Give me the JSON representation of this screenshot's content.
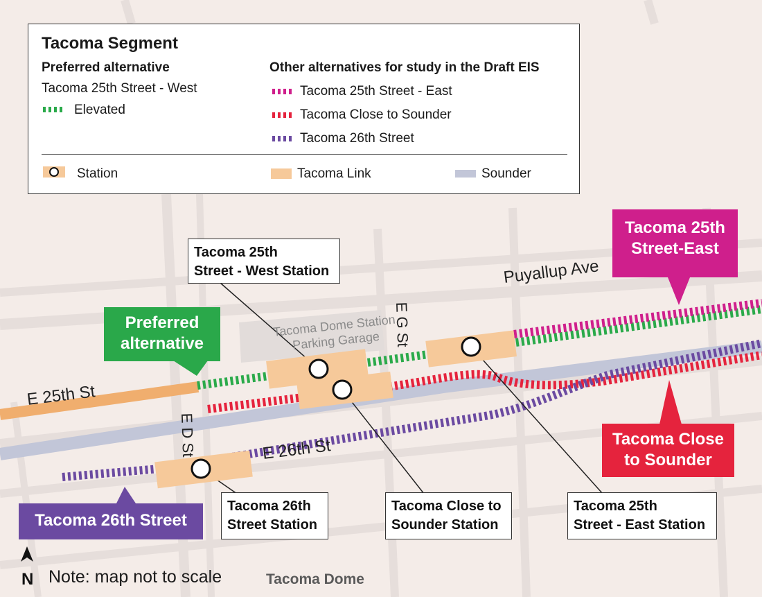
{
  "legend": {
    "title": "Tacoma Segment",
    "preferred_heading": "Preferred alternative",
    "preferred_name": "Tacoma 25th Street - West",
    "elevated_label": "Elevated",
    "other_heading": "Other alternatives for study in the Draft EIS",
    "other_items": [
      "Tacoma 25th Street - East",
      "Tacoma Close to Sounder",
      "Tacoma 26th Street"
    ],
    "station_label": "Station",
    "link_label": "Tacoma Link",
    "sounder_label": "Sounder"
  },
  "streets": {
    "puyallup": "Puyallup Ave",
    "e25": "E 25th St",
    "e26": "E 26th St",
    "eg": "E G St",
    "ed": "E D St"
  },
  "landmarks": {
    "garage_line1": "Tacoma Dome Station",
    "garage_line2": "Parking Garage",
    "dome": "Tacoma Dome"
  },
  "callouts": {
    "west_station": [
      "Tacoma 25th",
      "Street - West Station"
    ],
    "st26_station": [
      "Tacoma 26th",
      "Street Station"
    ],
    "close_station": [
      "Tacoma Close to",
      "Sounder Station"
    ],
    "east_station": [
      "Tacoma 25th",
      "Street - East Station"
    ]
  },
  "tags": {
    "preferred": [
      "Preferred",
      "alternative"
    ],
    "east": [
      "Tacoma 25th",
      "Street-East"
    ],
    "close": [
      "Tacoma Close",
      "to Sounder"
    ],
    "st26": "Tacoma 26th Street"
  },
  "north": "N",
  "note": "Note: map not to scale",
  "colors": {
    "green": "#2aaa4a",
    "magenta": "#cf1f8c",
    "red": "#e5233d",
    "purple": "#6b4aa1",
    "link": "#f6c99a",
    "sounder": "#c2c6d8",
    "road": "#e7dfdb"
  }
}
